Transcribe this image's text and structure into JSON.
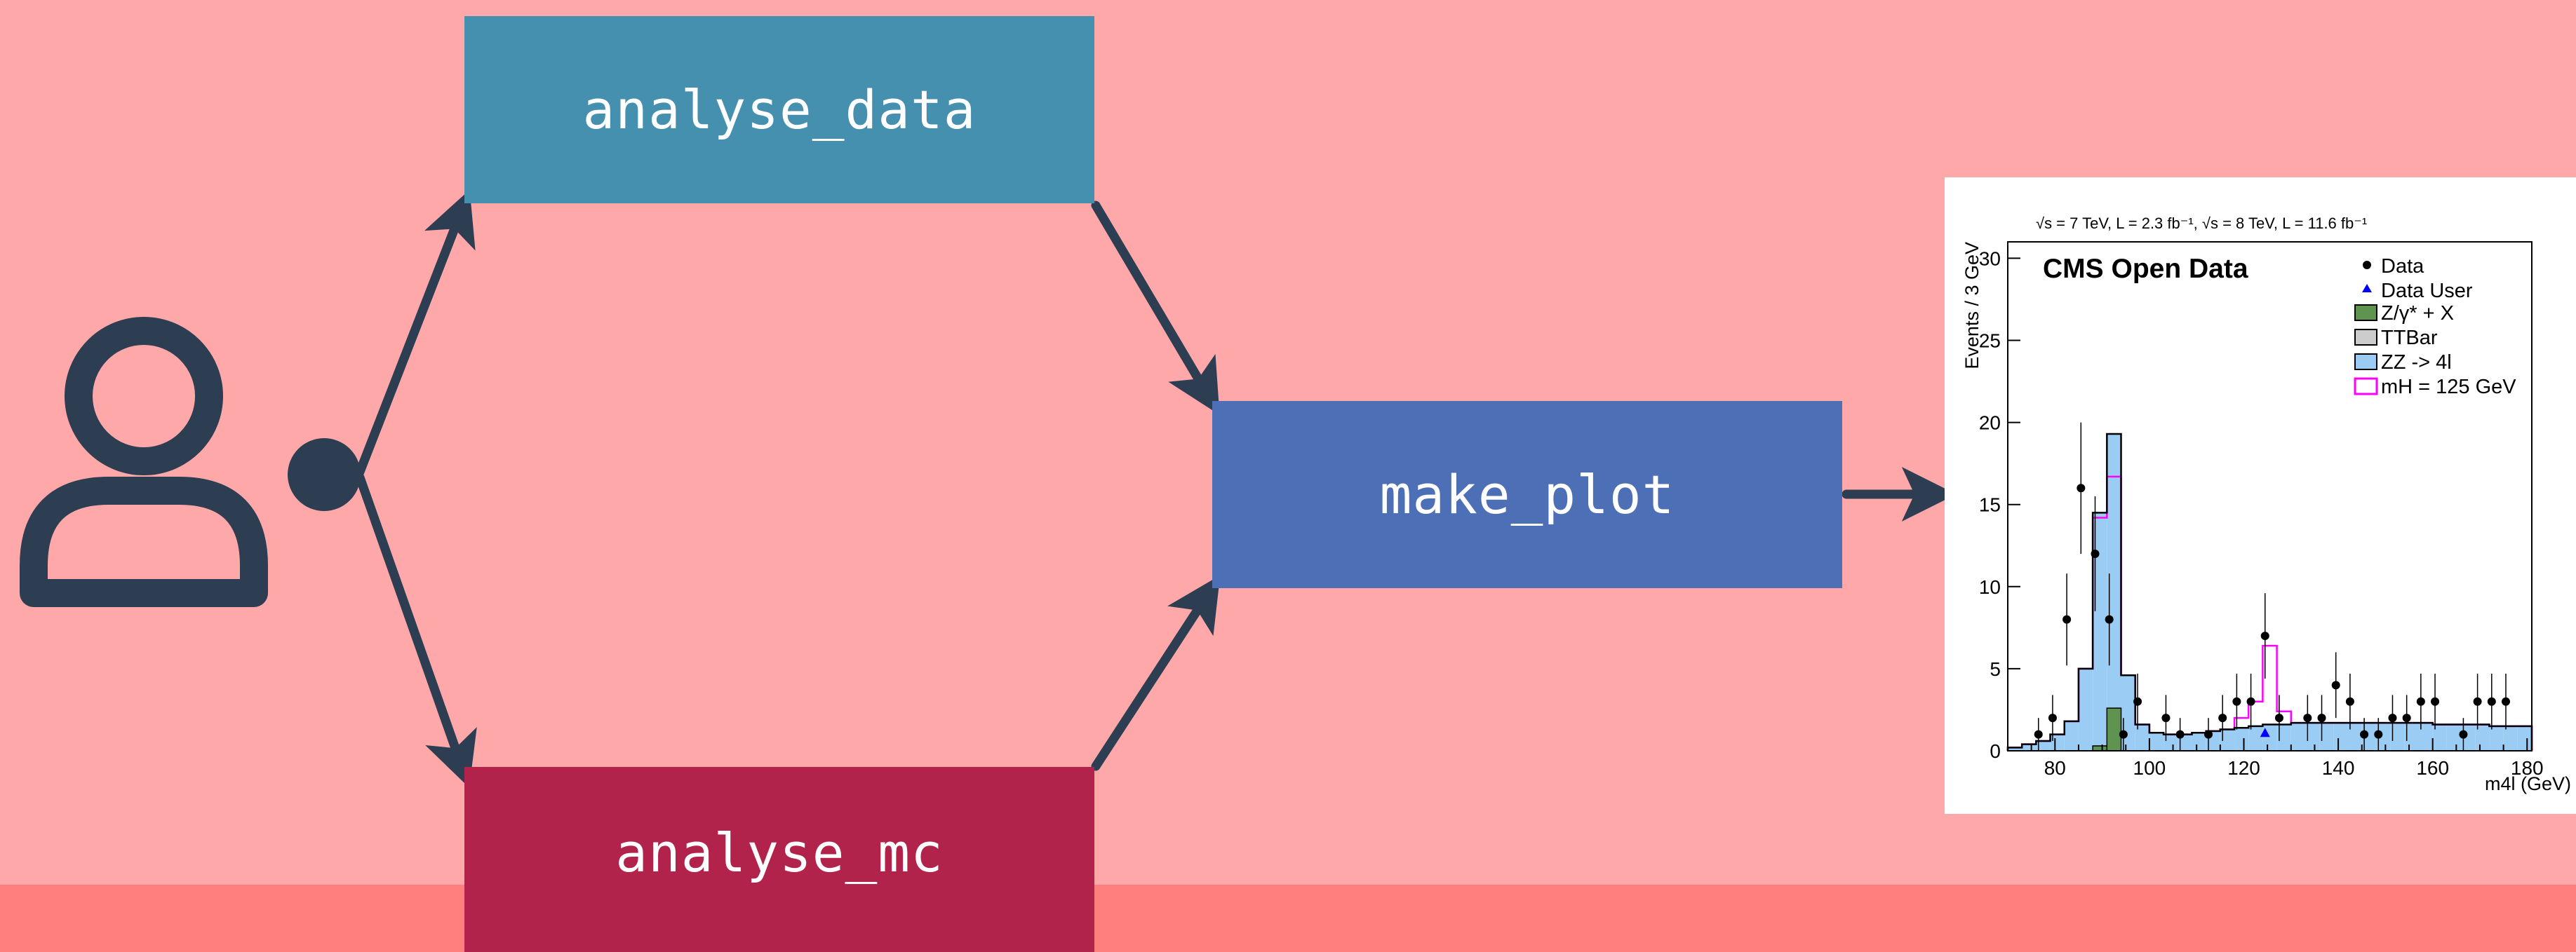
{
  "boxes": {
    "analyse_data": "analyse_data",
    "make_plot": "make_plot",
    "analyse_mc": "analyse_mc"
  },
  "colors": {
    "background": "#ffa8a9",
    "bottom_band": "#ff7f7e",
    "analyse_data": "#4590ae",
    "make_plot": "#4d6fb5",
    "analyse_mc": "#b2234c",
    "arrows": "#2e3e52"
  },
  "icons": [
    "user-icon",
    "start-dot-icon"
  ],
  "plot": {
    "header": "√s = 7 TeV, L = 2.3 fb⁻¹, √s = 8 TeV, L = 11.6 fb⁻¹",
    "title": "CMS Open Data",
    "ylabel": "Events / 3 GeV",
    "xlabel": "m4l (GeV)",
    "legend": [
      "Data",
      "Data User",
      "Z/γ* + X",
      "TTBar",
      "ZZ -> 4l",
      "mH = 125 GeV"
    ]
  },
  "chart_data": {
    "type": "bar",
    "title": "CMS Open Data",
    "header": "√s = 7 TeV, L = 2.3 fb⁻¹, √s = 8 TeV, L = 11.6 fb⁻¹",
    "xlabel": "m4l (GeV)",
    "ylabel": "Events / 3 GeV",
    "xlim": [
      70,
      181
    ],
    "ylim": [
      0,
      31
    ],
    "xticks": [
      80,
      100,
      120,
      140,
      160,
      180
    ],
    "yticks": [
      0,
      5,
      10,
      15,
      20,
      25,
      30
    ],
    "bin_edges": [
      70,
      73,
      76,
      79,
      82,
      85,
      88,
      91,
      94,
      97,
      100,
      103,
      106,
      109,
      112,
      115,
      118,
      121,
      124,
      127,
      130,
      133,
      136,
      139,
      142,
      145,
      148,
      151,
      154,
      157,
      160,
      163,
      166,
      169,
      172,
      175,
      178,
      181
    ],
    "zz": [
      0.2,
      0.4,
      0.6,
      1.0,
      1.8,
      5.0,
      14.2,
      16.7,
      4.6,
      1.6,
      1.1,
      1.0,
      1.0,
      1.1,
      1.2,
      1.3,
      1.4,
      1.5,
      1.6,
      1.6,
      1.7,
      1.7,
      1.7,
      1.7,
      1.7,
      1.7,
      1.7,
      1.7,
      1.7,
      1.7,
      1.6,
      1.6,
      1.6,
      1.6,
      1.5,
      1.5,
      1.5
    ],
    "zx": [
      0,
      0,
      0,
      0,
      0,
      0,
      0.3,
      2.6,
      0,
      0,
      0,
      0,
      0,
      0,
      0,
      0,
      0,
      0,
      0,
      0,
      0,
      0,
      0,
      0,
      0,
      0,
      0,
      0,
      0,
      0,
      0,
      0,
      0,
      0,
      0,
      0,
      0
    ],
    "higgs_total": [
      0.2,
      0.4,
      0.6,
      1.0,
      1.8,
      5.0,
      14.2,
      16.7,
      4.6,
      1.6,
      1.1,
      1.0,
      1.0,
      1.1,
      1.2,
      1.3,
      2.0,
      3.0,
      6.4,
      2.4,
      1.7,
      1.7,
      1.7,
      1.7,
      1.7,
      1.7,
      1.7,
      1.7,
      1.7,
      1.7,
      1.6,
      1.6,
      1.6,
      1.6,
      1.5,
      1.5,
      1.5
    ],
    "data": [
      {
        "x": 76.5,
        "y": 1,
        "err": 1
      },
      {
        "x": 79.5,
        "y": 2,
        "err": 1.4
      },
      {
        "x": 82.5,
        "y": 8,
        "err": 2.8
      },
      {
        "x": 85.5,
        "y": 16,
        "err": 4
      },
      {
        "x": 88.5,
        "y": 12,
        "err": 3.5
      },
      {
        "x": 91.5,
        "y": 8,
        "err": 2.8
      },
      {
        "x": 94.5,
        "y": 1,
        "err": 1
      },
      {
        "x": 97.5,
        "y": 3,
        "err": 1.7
      },
      {
        "x": 103.5,
        "y": 2,
        "err": 1.4
      },
      {
        "x": 106.5,
        "y": 1,
        "err": 1
      },
      {
        "x": 112.5,
        "y": 1,
        "err": 1
      },
      {
        "x": 115.5,
        "y": 2,
        "err": 1.4
      },
      {
        "x": 118.5,
        "y": 3,
        "err": 1.7
      },
      {
        "x": 121.5,
        "y": 3,
        "err": 1.7
      },
      {
        "x": 124.5,
        "y": 7,
        "err": 2.6
      },
      {
        "x": 127.5,
        "y": 2,
        "err": 1.4
      },
      {
        "x": 133.5,
        "y": 2,
        "err": 1.4
      },
      {
        "x": 136.5,
        "y": 2,
        "err": 1.4
      },
      {
        "x": 139.5,
        "y": 4,
        "err": 2
      },
      {
        "x": 142.5,
        "y": 3,
        "err": 1.7
      },
      {
        "x": 145.5,
        "y": 1,
        "err": 1
      },
      {
        "x": 148.5,
        "y": 1,
        "err": 1
      },
      {
        "x": 151.5,
        "y": 2,
        "err": 1.4
      },
      {
        "x": 154.5,
        "y": 2,
        "err": 1.4
      },
      {
        "x": 157.5,
        "y": 3,
        "err": 1.7
      },
      {
        "x": 160.5,
        "y": 3,
        "err": 1.7
      },
      {
        "x": 166.5,
        "y": 1,
        "err": 1
      },
      {
        "x": 169.5,
        "y": 3,
        "err": 1.7
      },
      {
        "x": 172.5,
        "y": 3,
        "err": 1.7
      },
      {
        "x": 175.5,
        "y": 3,
        "err": 1.7
      }
    ],
    "data_user": [
      {
        "x": 124.5,
        "y": 1.1
      }
    ],
    "legend": [
      "Data",
      "Data User",
      "Z/γ* + X",
      "TTBar",
      "ZZ -> 4l",
      "mH = 125 GeV"
    ],
    "legend_position": "top-right",
    "grid": false
  }
}
